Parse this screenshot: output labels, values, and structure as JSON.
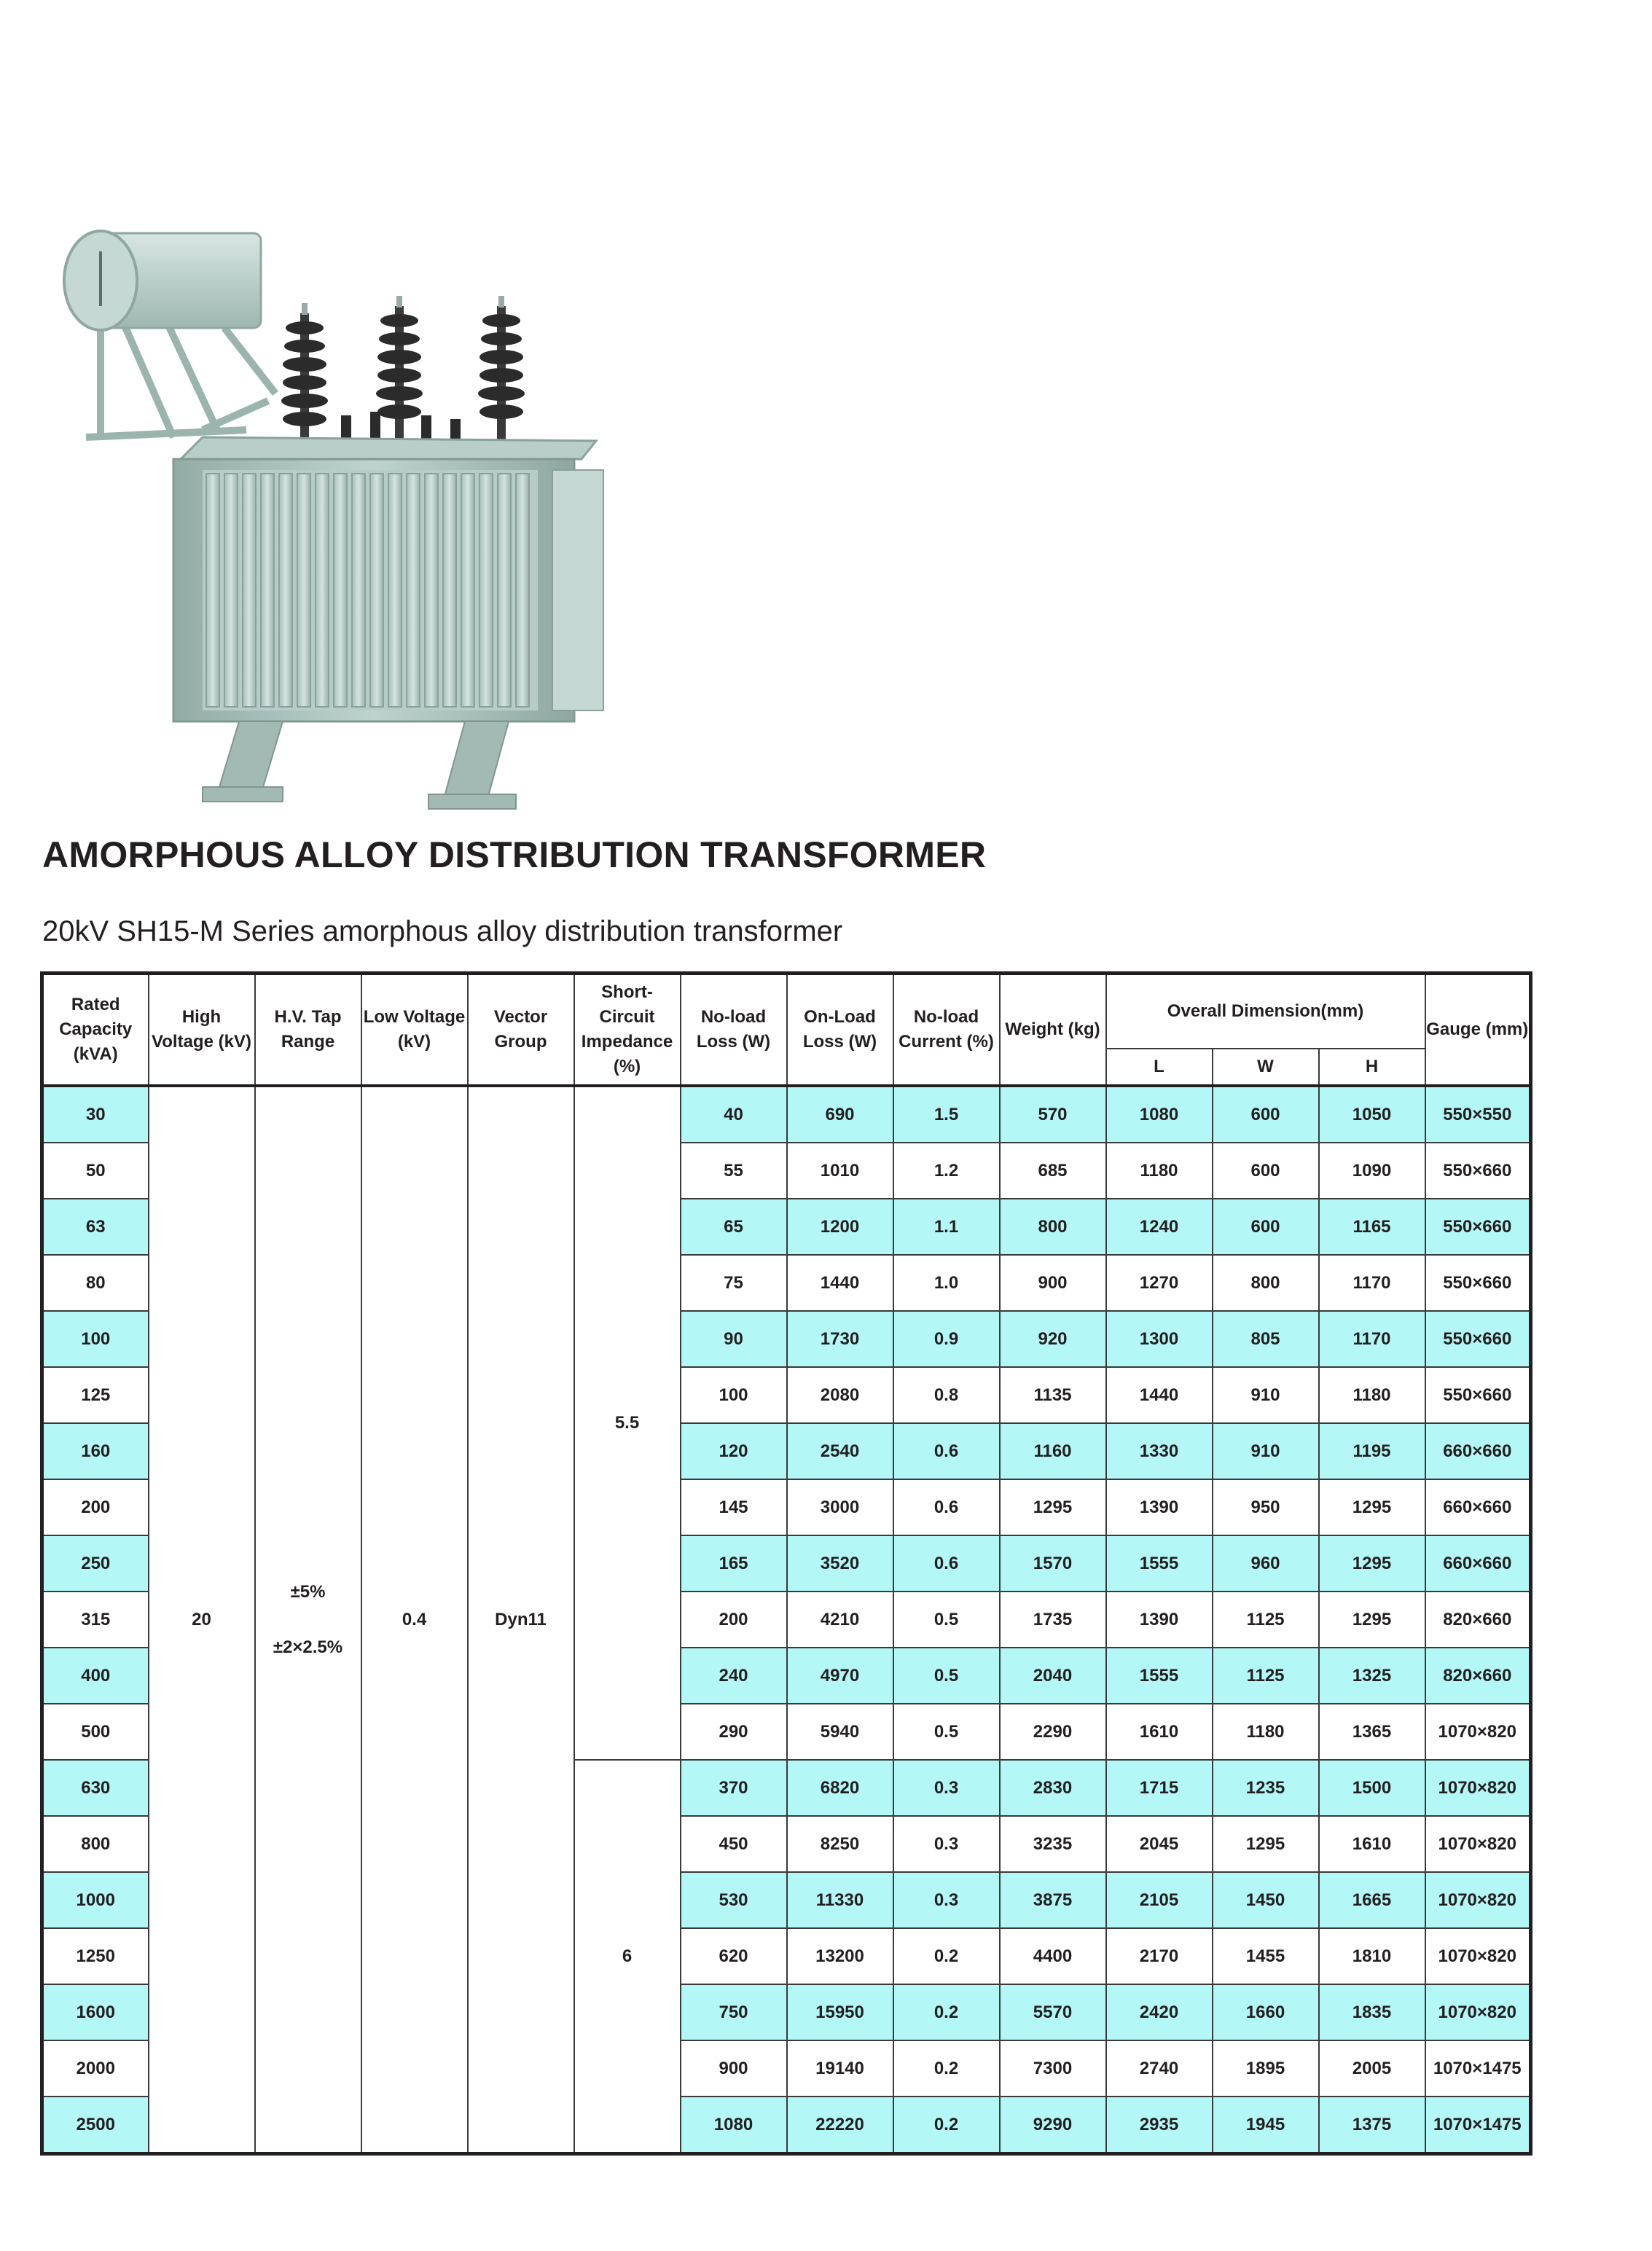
{
  "document": {
    "title": "AMORPHOUS ALLOY DISTRIBUTION TRANSFORMER",
    "subtitle": "20kV SH15-M Series amorphous alloy distribution transformer"
  },
  "colors": {
    "row_shade": "#b3f7f7",
    "text": "#231f20",
    "transformer_body": "#a9c2bc"
  },
  "table": {
    "headers": {
      "rated_capacity": "Rated Capacity (kVA)",
      "high_voltage": "High Voltage (kV)",
      "hv_tap_range": "H.V. Tap Range",
      "low_voltage": "Low Voltage (kV)",
      "vector_group": "Vector Group",
      "impedance": "Short-Circuit Impedance (%)",
      "no_load_loss": "No-load Loss (W)",
      "on_load_loss": "On-Load Loss (W)",
      "no_load_current": "No-load Current (%)",
      "weight": "Weight (kg)",
      "overall_dimension": "Overall Dimension(mm)",
      "dim_l": "L",
      "dim_w": "W",
      "dim_h": "H",
      "gauge": "Gauge (mm)"
    },
    "merged": {
      "high_voltage": "20",
      "hv_tap_1": "±5%",
      "hv_tap_2": "±2×2.5%",
      "low_voltage": "0.4",
      "vector_group": "Dyn11",
      "impedance_a": "5.5",
      "impedance_b": "6"
    },
    "rows": [
      {
        "capacity": "30",
        "no_load_loss": "40",
        "on_load_loss": "690",
        "current": "1.5",
        "weight": "570",
        "l": "1080",
        "w": "600",
        "h": "1050",
        "gauge": "550×550"
      },
      {
        "capacity": "50",
        "no_load_loss": "55",
        "on_load_loss": "1010",
        "current": "1.2",
        "weight": "685",
        "l": "1180",
        "w": "600",
        "h": "1090",
        "gauge": "550×660"
      },
      {
        "capacity": "63",
        "no_load_loss": "65",
        "on_load_loss": "1200",
        "current": "1.1",
        "weight": "800",
        "l": "1240",
        "w": "600",
        "h": "1165",
        "gauge": "550×660"
      },
      {
        "capacity": "80",
        "no_load_loss": "75",
        "on_load_loss": "1440",
        "current": "1.0",
        "weight": "900",
        "l": "1270",
        "w": "800",
        "h": "1170",
        "gauge": "550×660"
      },
      {
        "capacity": "100",
        "no_load_loss": "90",
        "on_load_loss": "1730",
        "current": "0.9",
        "weight": "920",
        "l": "1300",
        "w": "805",
        "h": "1170",
        "gauge": "550×660"
      },
      {
        "capacity": "125",
        "no_load_loss": "100",
        "on_load_loss": "2080",
        "current": "0.8",
        "weight": "1135",
        "l": "1440",
        "w": "910",
        "h": "1180",
        "gauge": "550×660"
      },
      {
        "capacity": "160",
        "no_load_loss": "120",
        "on_load_loss": "2540",
        "current": "0.6",
        "weight": "1160",
        "l": "1330",
        "w": "910",
        "h": "1195",
        "gauge": "660×660"
      },
      {
        "capacity": "200",
        "no_load_loss": "145",
        "on_load_loss": "3000",
        "current": "0.6",
        "weight": "1295",
        "l": "1390",
        "w": "950",
        "h": "1295",
        "gauge": "660×660"
      },
      {
        "capacity": "250",
        "no_load_loss": "165",
        "on_load_loss": "3520",
        "current": "0.6",
        "weight": "1570",
        "l": "1555",
        "w": "960",
        "h": "1295",
        "gauge": "660×660"
      },
      {
        "capacity": "315",
        "no_load_loss": "200",
        "on_load_loss": "4210",
        "current": "0.5",
        "weight": "1735",
        "l": "1390",
        "w": "1125",
        "h": "1295",
        "gauge": "820×660"
      },
      {
        "capacity": "400",
        "no_load_loss": "240",
        "on_load_loss": "4970",
        "current": "0.5",
        "weight": "2040",
        "l": "1555",
        "w": "1125",
        "h": "1325",
        "gauge": "820×660"
      },
      {
        "capacity": "500",
        "no_load_loss": "290",
        "on_load_loss": "5940",
        "current": "0.5",
        "weight": "2290",
        "l": "1610",
        "w": "1180",
        "h": "1365",
        "gauge": "1070×820"
      },
      {
        "capacity": "630",
        "no_load_loss": "370",
        "on_load_loss": "6820",
        "current": "0.3",
        "weight": "2830",
        "l": "1715",
        "w": "1235",
        "h": "1500",
        "gauge": "1070×820"
      },
      {
        "capacity": "800",
        "no_load_loss": "450",
        "on_load_loss": "8250",
        "current": "0.3",
        "weight": "3235",
        "l": "2045",
        "w": "1295",
        "h": "1610",
        "gauge": "1070×820"
      },
      {
        "capacity": "1000",
        "no_load_loss": "530",
        "on_load_loss": "11330",
        "current": "0.3",
        "weight": "3875",
        "l": "2105",
        "w": "1450",
        "h": "1665",
        "gauge": "1070×820"
      },
      {
        "capacity": "1250",
        "no_load_loss": "620",
        "on_load_loss": "13200",
        "current": "0.2",
        "weight": "4400",
        "l": "2170",
        "w": "1455",
        "h": "1810",
        "gauge": "1070×820"
      },
      {
        "capacity": "1600",
        "no_load_loss": "750",
        "on_load_loss": "15950",
        "current": "0.2",
        "weight": "5570",
        "l": "2420",
        "w": "1660",
        "h": "1835",
        "gauge": "1070×820"
      },
      {
        "capacity": "2000",
        "no_load_loss": "900",
        "on_load_loss": "19140",
        "current": "0.2",
        "weight": "7300",
        "l": "2740",
        "w": "1895",
        "h": "2005",
        "gauge": "1070×1475"
      },
      {
        "capacity": "2500",
        "no_load_loss": "1080",
        "on_load_loss": "22220",
        "current": "0.2",
        "weight": "9290",
        "l": "2935",
        "w": "1945",
        "h": "1375",
        "gauge": "1070×1475"
      }
    ]
  }
}
